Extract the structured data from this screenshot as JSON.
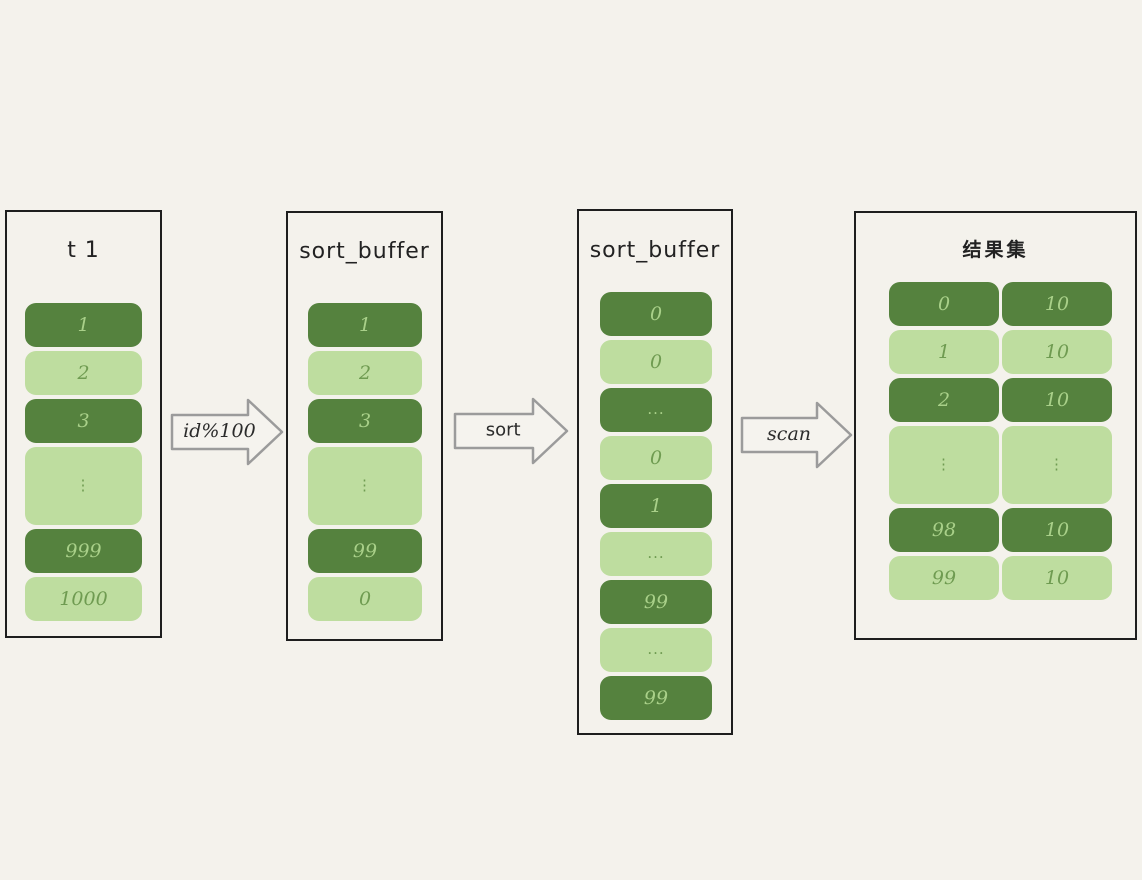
{
  "diagram": {
    "description": "Hand-drawn flow diagram of sorting table t1 by id%100 into sort_buffer, sorting it, then scanning into a grouped result set",
    "colors": {
      "background": "#f4f2ec",
      "cell_dark": "#55823e",
      "cell_light": "#bedd9f",
      "text_on_dark": "#a9d089",
      "text_on_light": "#6f9b51",
      "panel_border": "#1e1e1e",
      "arrow_outline": "#9b9b9b",
      "title_text": "#222222"
    },
    "panels": [
      {
        "id": "t1",
        "title": "t 1",
        "cells": [
          {
            "text": "1",
            "tone": "dark"
          },
          {
            "text": "2",
            "tone": "light"
          },
          {
            "text": "3",
            "tone": "dark"
          },
          {
            "text": "⋮",
            "tone": "light"
          },
          {
            "text": "999",
            "tone": "dark"
          },
          {
            "text": "1000",
            "tone": "light"
          }
        ]
      },
      {
        "id": "sort-buffer-unsorted",
        "title": "sort_buffer",
        "cells": [
          {
            "text": "1",
            "tone": "dark"
          },
          {
            "text": "2",
            "tone": "light"
          },
          {
            "text": "3",
            "tone": "dark"
          },
          {
            "text": "⋮",
            "tone": "light"
          },
          {
            "text": "99",
            "tone": "dark"
          },
          {
            "text": "0",
            "tone": "light"
          }
        ]
      },
      {
        "id": "sort-buffer-sorted",
        "title": "sort_buffer",
        "cells": [
          {
            "text": "0",
            "tone": "dark"
          },
          {
            "text": "0",
            "tone": "light"
          },
          {
            "text": "...",
            "tone": "dark"
          },
          {
            "text": "0",
            "tone": "light"
          },
          {
            "text": "1",
            "tone": "dark"
          },
          {
            "text": "...",
            "tone": "light"
          },
          {
            "text": "99",
            "tone": "dark"
          },
          {
            "text": "...",
            "tone": "light"
          },
          {
            "text": "99",
            "tone": "dark"
          }
        ]
      },
      {
        "id": "result-set",
        "title": "结果集",
        "rows": [
          {
            "left": "0",
            "right": "10",
            "tone": "dark"
          },
          {
            "left": "1",
            "right": "10",
            "tone": "light"
          },
          {
            "left": "2",
            "right": "10",
            "tone": "dark"
          },
          {
            "left": "⋮",
            "right": "⋮",
            "tone": "light"
          },
          {
            "left": "98",
            "right": "10",
            "tone": "dark"
          },
          {
            "left": "99",
            "right": "10",
            "tone": "light"
          }
        ]
      }
    ],
    "arrows": [
      {
        "label": "id%100"
      },
      {
        "label": "sort"
      },
      {
        "label": "scan"
      }
    ]
  }
}
